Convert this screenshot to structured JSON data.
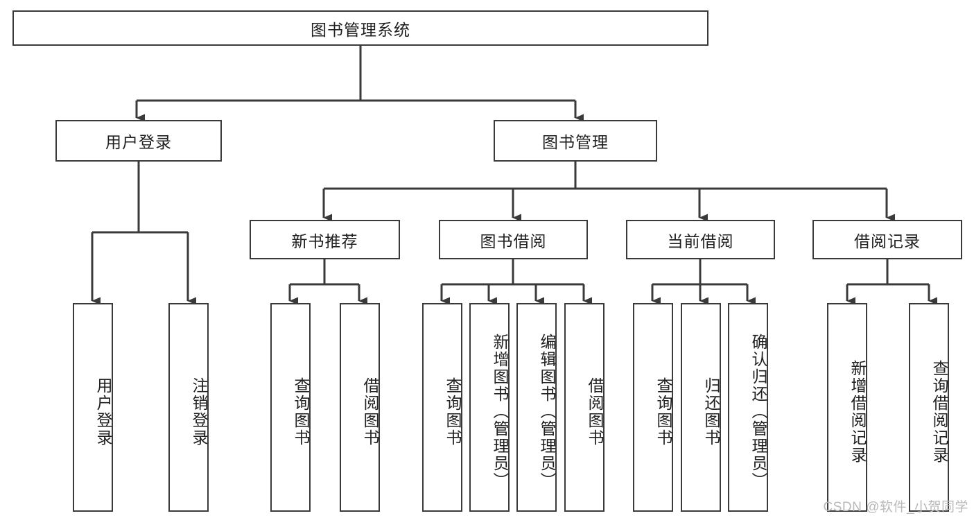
{
  "diagram": {
    "type": "tree-hierarchy-chart",
    "title": "图书管理系统",
    "watermark": "CSDN @软件_小贺同学",
    "colors": {
      "stroke": "#3a3a3a",
      "fill": "#ffffff",
      "text": "#202020",
      "watermark": "#b9b9b9"
    },
    "levels": {
      "root": {
        "label": "图书管理系统"
      },
      "level2": [
        {
          "id": "user-login",
          "label": "用户登录"
        },
        {
          "id": "book-management",
          "label": "图书管理"
        }
      ],
      "level3": [
        {
          "id": "new-book-recommend",
          "label": "新书推荐",
          "parent": "book-management"
        },
        {
          "id": "book-borrow",
          "label": "图书借阅",
          "parent": "book-management"
        },
        {
          "id": "current-borrow",
          "label": "当前借阅",
          "parent": "book-management"
        },
        {
          "id": "borrow-record",
          "label": "借阅记录",
          "parent": "book-management"
        }
      ],
      "level4": [
        {
          "id": "leaf-user-login",
          "label": "用户登录",
          "parent": "user-login"
        },
        {
          "id": "leaf-logout-login",
          "label": "注销登录",
          "parent": "user-login"
        },
        {
          "id": "leaf-query-book-1",
          "label": "查询图书",
          "parent": "new-book-recommend"
        },
        {
          "id": "leaf-borrow-book-1",
          "label": "借阅图书",
          "parent": "new-book-recommend"
        },
        {
          "id": "leaf-query-book-2",
          "label": "查询图书",
          "parent": "book-borrow"
        },
        {
          "id": "leaf-add-book-admin",
          "label": "新增图书（管理员）",
          "parent": "book-borrow"
        },
        {
          "id": "leaf-edit-book-admin",
          "label": "编辑图书（管理员）",
          "parent": "book-borrow"
        },
        {
          "id": "leaf-borrow-book-2",
          "label": "借阅图书",
          "parent": "book-borrow"
        },
        {
          "id": "leaf-query-book-3",
          "label": "查询图书",
          "parent": "current-borrow"
        },
        {
          "id": "leaf-return-book",
          "label": "归还图书",
          "parent": "current-borrow"
        },
        {
          "id": "leaf-confirm-return-admin",
          "label": "确认归还（管理员）",
          "parent": "current-borrow"
        },
        {
          "id": "leaf-add-borrow-record",
          "label": "新增借阅记录",
          "parent": "borrow-record"
        },
        {
          "id": "leaf-query-borrow-record",
          "label": "查询借阅记录",
          "parent": "borrow-record"
        }
      ]
    }
  }
}
